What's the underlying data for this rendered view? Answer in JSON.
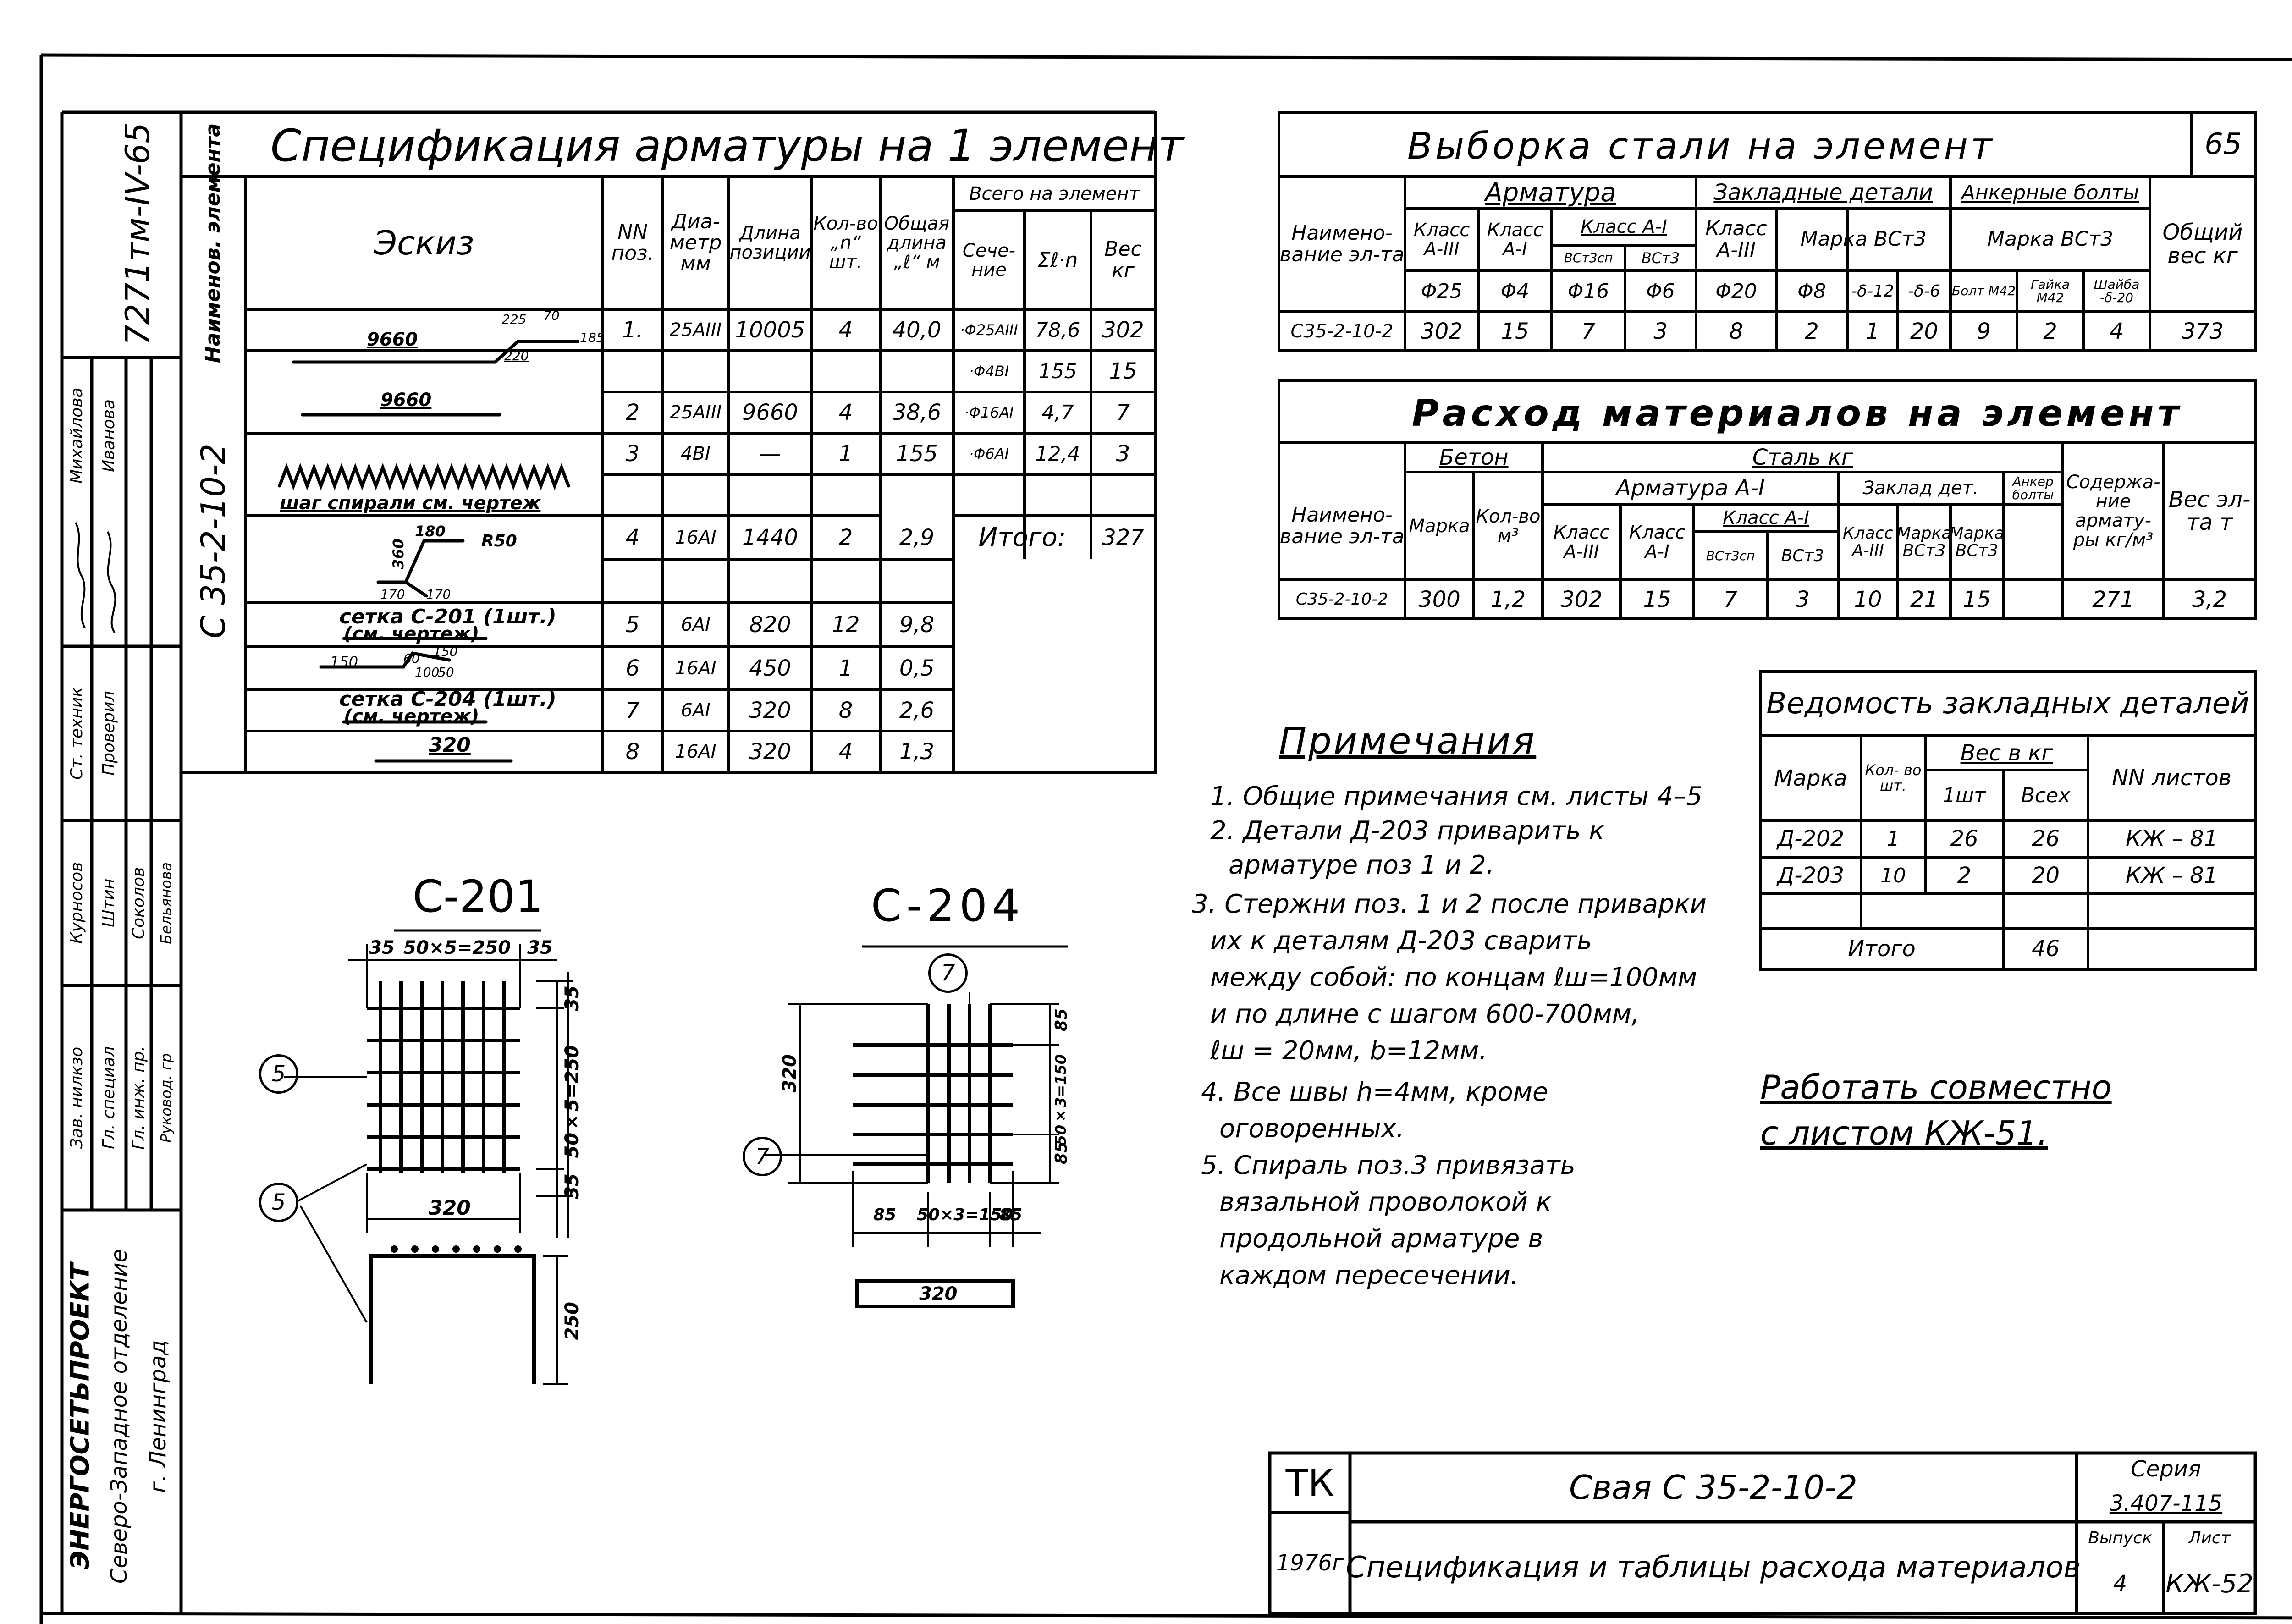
{
  "sheet_number": "65",
  "archive_stamp": "7271тм-IV-65",
  "spec": {
    "title": "Спецификация арматуры на 1 элемент",
    "element_col": "Наименов. элемента",
    "element_name": "С 35-2-10-2",
    "headers": {
      "sketch": "Эскиз",
      "pos": "NN поз.",
      "dia": "Диа- метр мм",
      "len": "Длина позиции",
      "qty": "Кол-во „n“ шт.",
      "total_len": "Общая длина „ℓ“ м",
      "all_group": "Всего на элемент",
      "section": "Сече- ние",
      "sum": "Σℓ·n",
      "weight": "Вес кг"
    },
    "rows": [
      {
        "pos": "1.",
        "dia": "25AIII",
        "len": "10005",
        "qty": "4",
        "tl": "40,0"
      },
      {
        "pos": "2",
        "dia": "25AIII",
        "len": "9660",
        "qty": "4",
        "tl": "38,6"
      },
      {
        "pos": "3",
        "dia": "4BI",
        "len": "—",
        "qty": "1",
        "tl": "155"
      },
      {
        "pos": "4",
        "dia": "16AI",
        "len": "1440",
        "qty": "2",
        "tl": "2,9"
      },
      {
        "pos": "5",
        "dia": "6AI",
        "len": "820",
        "qty": "12",
        "tl": "9,8"
      },
      {
        "pos": "6",
        "dia": "16AI",
        "len": "450",
        "qty": "1",
        "tl": "0,5"
      },
      {
        "pos": "7",
        "dia": "6AI",
        "len": "320",
        "qty": "8",
        "tl": "2,6"
      },
      {
        "pos": "8",
        "dia": "16AI",
        "len": "320",
        "qty": "4",
        "tl": "1,3"
      }
    ],
    "totals": [
      {
        "sec": "·Φ25AIII",
        "sum": "78,6",
        "w": "302"
      },
      {
        "sec": "·Φ4BI",
        "sum": "155",
        "w": "15"
      },
      {
        "sec": "·Φ16AI",
        "sum": "4,7",
        "w": "7"
      },
      {
        "sec": "·Φ6AI",
        "sum": "12,4",
        "w": "3"
      }
    ],
    "itogo_label": "Итого:",
    "itogo_value": "327",
    "sketch_labels": {
      "s1_len": "9660",
      "s1_a": "225",
      "s1_b": "70",
      "s1_c": "220",
      "s1_d": "185",
      "s2_len": "9660",
      "spiral_note": "шаг спирали см. чертеж",
      "s4_a": "180",
      "s4_r": "R50",
      "s4_h": "360",
      "s4_b": "170",
      "s4_c": "170",
      "mesh1": "сетка С-201 (1шт.)",
      "mesh1_note": "(см. чертеж)",
      "s6_a": "150",
      "s6_b": "60",
      "s6_c": "150",
      "s6_d": "100",
      "s6_e": "50",
      "mesh2": "сетка С-204 (1шт.)",
      "mesh2_note": "(см. чертеж)",
      "s8_len": "320"
    }
  },
  "steel": {
    "title": "Выборка стали на элемент",
    "name_hdr": "Наимено- вание эл-та",
    "armatura": "Арматура",
    "zaklad": "Закладные детали",
    "ankernye": "Анкерные болты",
    "total_hdr": "Общий вес кг",
    "cls_a3": "Класс А-III",
    "cls_a1": "Класс А-I",
    "cls_ai2": "Класс А-I",
    "bst3sp": "ВСт3сп",
    "bst3": "ВСт3",
    "zd_cls": "Класс А-III",
    "zd_marka": "Марка ВСт3",
    "ab_marka": "Марка ВСт3",
    "subs": [
      "Φ25",
      "Φ4",
      "Φ16",
      "Φ6",
      "Φ20",
      "Φ8",
      "-δ-12",
      "-δ-6",
      "Болт М42",
      "Гайка М42",
      "Шайба -δ-20"
    ],
    "row_name": "С35-2-10-2",
    "row_vals": [
      "302",
      "15",
      "7",
      "3",
      "8",
      "2",
      "1",
      "20",
      "9",
      "2",
      "4"
    ],
    "row_total": "373"
  },
  "mat": {
    "title": "Расход материалов на элемент",
    "name_hdr": "Наимено- вание эл-та",
    "beton": "Бетон",
    "stal": "Сталь кг",
    "armatura": "Арматура А-I",
    "zaklad": "Заклад дет.",
    "anker": "Анкер болты",
    "soderzh": "Содержа- ние армату- ры кг/м³",
    "ves": "Вес эл-та т",
    "marka": "Марка",
    "kolvo": "Кол-во м³",
    "cls_a3": "Класс А-III",
    "cls_a1": "Класс А-I",
    "cls_ai": "Класс А-I",
    "bst3sp": "ВСт3сп",
    "bst3": "ВСт3",
    "zd_cls": "Класс А-III",
    "zd_marka": "Марка ВСт3",
    "ab_marka": "Марка ВСт3",
    "row": [
      "С35-2-10-2",
      "300",
      "1,2",
      "302",
      "15",
      "7",
      "3",
      "10",
      "21",
      "15",
      "271",
      "3,2"
    ]
  },
  "notes": {
    "title": "Примечания",
    "items": [
      "1. Общие примечания см. листы 4–5",
      "2. Детали Д-203 приварить к",
      "арматуре поз 1 и 2.",
      "3. Стержни поз. 1 и 2 после приварки",
      "их к деталям Д-203 сварить",
      "между собой: по концам ℓш=100мм",
      "и по длине с шагом 600-700мм,",
      "ℓш = 20мм, b=12мм.",
      "4. Все швы h=4мм, кроме",
      "оговоренных.",
      "5. Спираль поз.3 привязать",
      "вязальной проволокой к",
      "продольной арматуре в",
      "каждом пересечении."
    ]
  },
  "parts": {
    "title": "Ведомость закладных деталей",
    "hdr_marka": "Марка",
    "hdr_kolvo": "Кол- во шт.",
    "hdr_ves": "Вес в кг",
    "hdr_1": "1шт",
    "hdr_all": "Всех",
    "hdr_list": "NN листов",
    "rows": [
      {
        "m": "Д-202",
        "k": "1",
        "w1": "26",
        "wa": "26",
        "l": "КЖ – 81"
      },
      {
        "m": "Д-203",
        "k": "10",
        "w1": "2",
        "wa": "20",
        "l": "КЖ – 81"
      }
    ],
    "itogo_label": "Итого",
    "itogo_value": "46"
  },
  "work_together": [
    "Работать совместно",
    "с листом КЖ-51."
  ],
  "c201": {
    "title": "С-201",
    "d_top": "50×5=250",
    "d_35a": "35",
    "d_35b": "35",
    "d_side": "50×5=250",
    "d_35c": "35",
    "d_35d": "35",
    "d_bottom": "320",
    "d_h": "250",
    "pos5": "5"
  },
  "c204": {
    "title": "С-204",
    "d_h": "320",
    "d_side": "50×3=150",
    "d_85a": "85",
    "d_85b": "85",
    "d_bottom": "50×3=150",
    "d_85c": "85",
    "d_85d": "85",
    "d_w": "320",
    "pos7": "7"
  },
  "stamp_side": {
    "org1": "ЭНЕРГОСЕТЬПРОЕКТ",
    "org2": "Северо-Западное отделение",
    "org3": "г. Ленинград",
    "roles": [
      "Зав. нилкзо",
      "Гл. специал",
      "Гл. инж. пр.",
      "Руковод. гр",
      "Ст. техник",
      "Проверил"
    ],
    "names": [
      "Курносов",
      "Штин",
      "Соколов",
      "Бельянова",
      "Михайлова",
      "Иванова"
    ]
  },
  "title_block": {
    "tk": "ТК",
    "year": "1976г",
    "name": "Свая С 35-2-10-2",
    "subtitle": "Спецификация и таблицы расхода материалов",
    "series_lbl": "Серия",
    "series": "3.407-115",
    "vyp_lbl": "Выпуск",
    "vyp": "4",
    "list_lbl": "Лист",
    "list": "КЖ-52"
  }
}
